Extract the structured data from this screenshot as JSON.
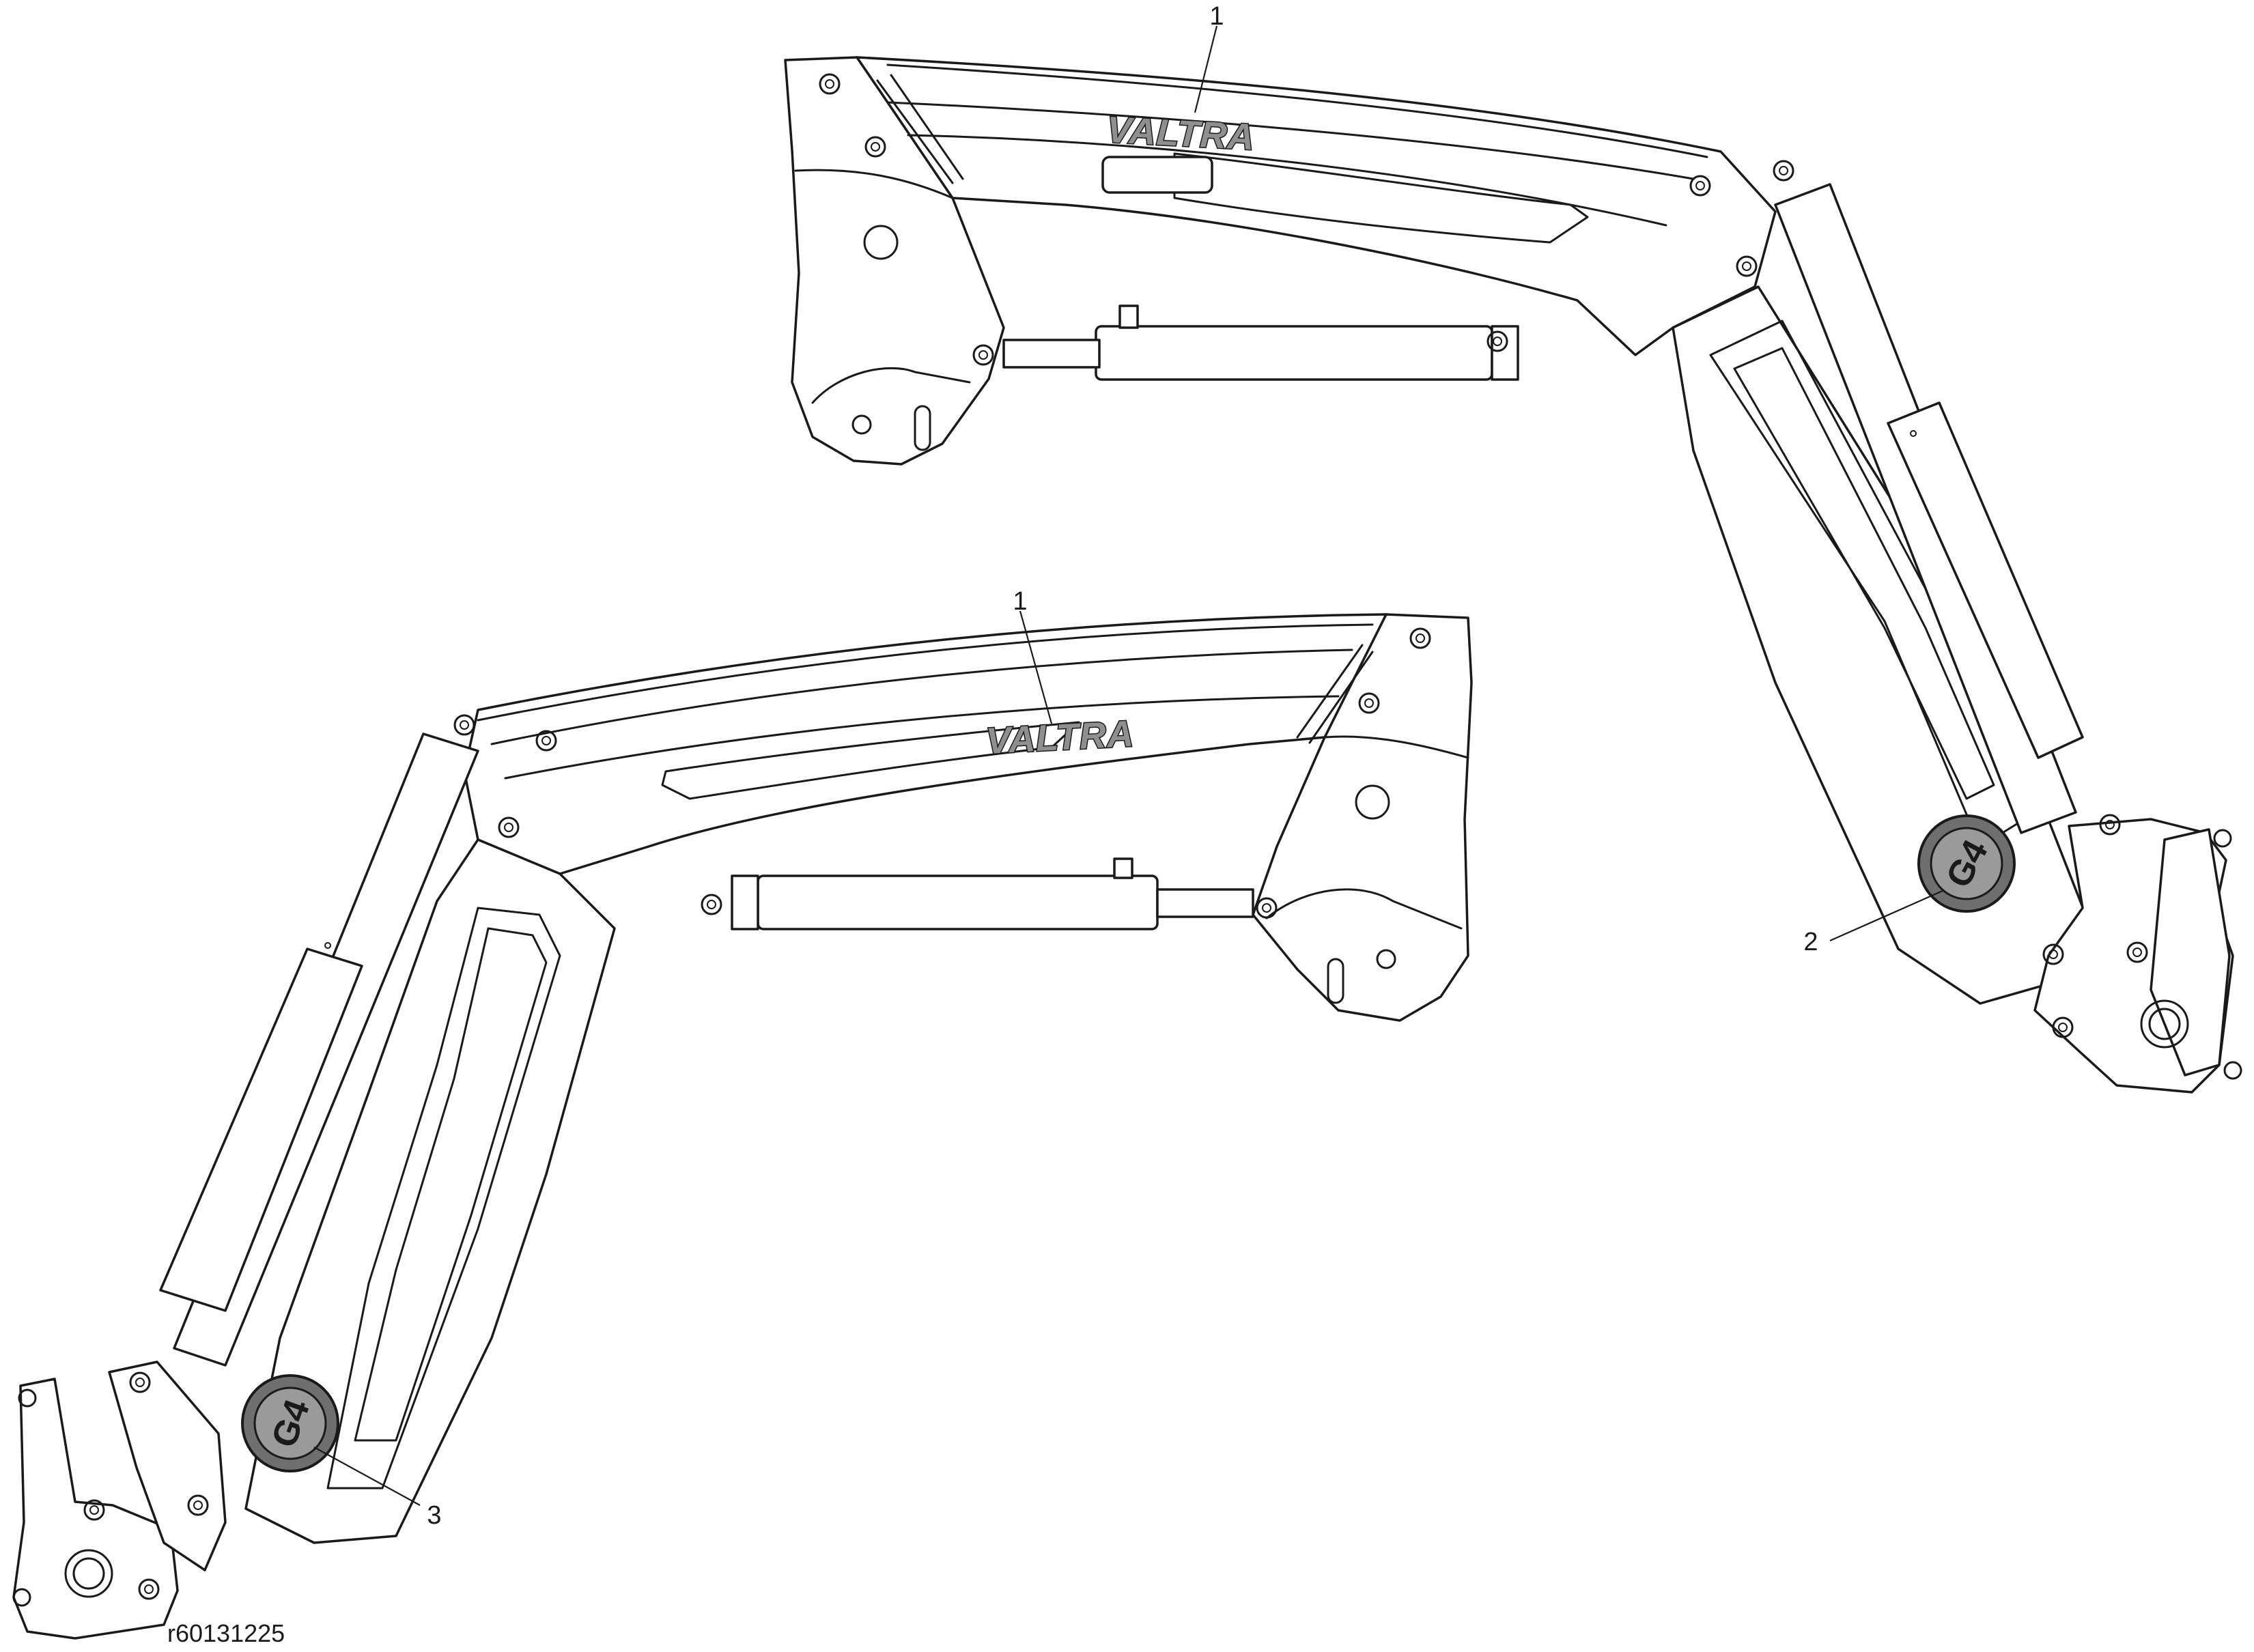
{
  "drawing": {
    "reference_code": "r60131225",
    "brand_text": "VALTRA",
    "model_badge_text": "G4",
    "colors": {
      "line": "#1a1a1a",
      "decal_fill": "#8f8f8f",
      "badge_fill": "#6f6f6f",
      "background": "#ffffff"
    }
  },
  "callouts": {
    "upper_brand_decal": "1",
    "lower_brand_decal": "1",
    "upper_model_badge": "2",
    "lower_model_badge": "3"
  }
}
